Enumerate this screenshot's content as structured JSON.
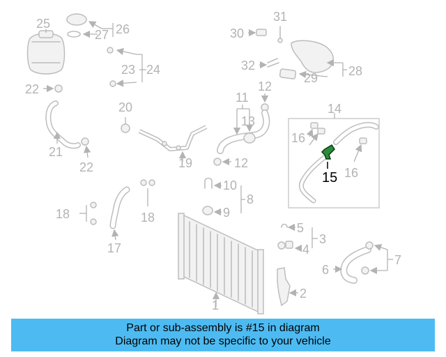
{
  "diagram": {
    "labels": [
      "25",
      "26",
      "27",
      "31",
      "30",
      "24",
      "23",
      "28",
      "32",
      "29",
      "22",
      "12",
      "11",
      "20",
      "14",
      "13",
      "16",
      "21",
      "22",
      "19",
      "12",
      "16",
      "15",
      "10",
      "8",
      "18",
      "18",
      "9",
      "17",
      "5",
      "3",
      "4",
      "7",
      "6",
      "2",
      "1"
    ],
    "highlight_part": "15",
    "colors": {
      "highlight": "#2a8c3a",
      "line": "#bdbdbd",
      "label": "#b3b3b3"
    }
  },
  "banner": {
    "line1": "Part or sub-assembly is #15 in diagram",
    "line2": "Diagram may not be specific to your vehicle",
    "background": "#4dbbf2"
  }
}
